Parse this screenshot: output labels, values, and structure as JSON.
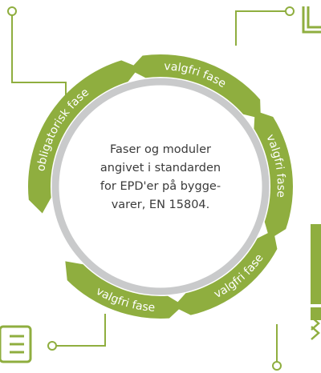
{
  "center_text": {
    "line1": "Faser og moduler",
    "line2": "angivet i standarden",
    "line3": "for EPD'er på bygge-",
    "line4": "varer, EN 15804."
  },
  "phases": [
    {
      "label": "obligatorisk fase",
      "kind": "mandatory"
    },
    {
      "label": "valgfri fase",
      "kind": "optional"
    },
    {
      "label": "valgfri fase",
      "kind": "optional"
    },
    {
      "label": "valgfri fase",
      "kind": "optional"
    },
    {
      "label": "valgfri fase",
      "kind": "optional"
    }
  ],
  "colors": {
    "ring": "#8fae3f",
    "inner_ring": "#c9cacb",
    "connector": "#8fae3f",
    "text": "#3a3a3a"
  },
  "icons": [
    "document-icon",
    "ladder-icon",
    "arrow-icon"
  ]
}
